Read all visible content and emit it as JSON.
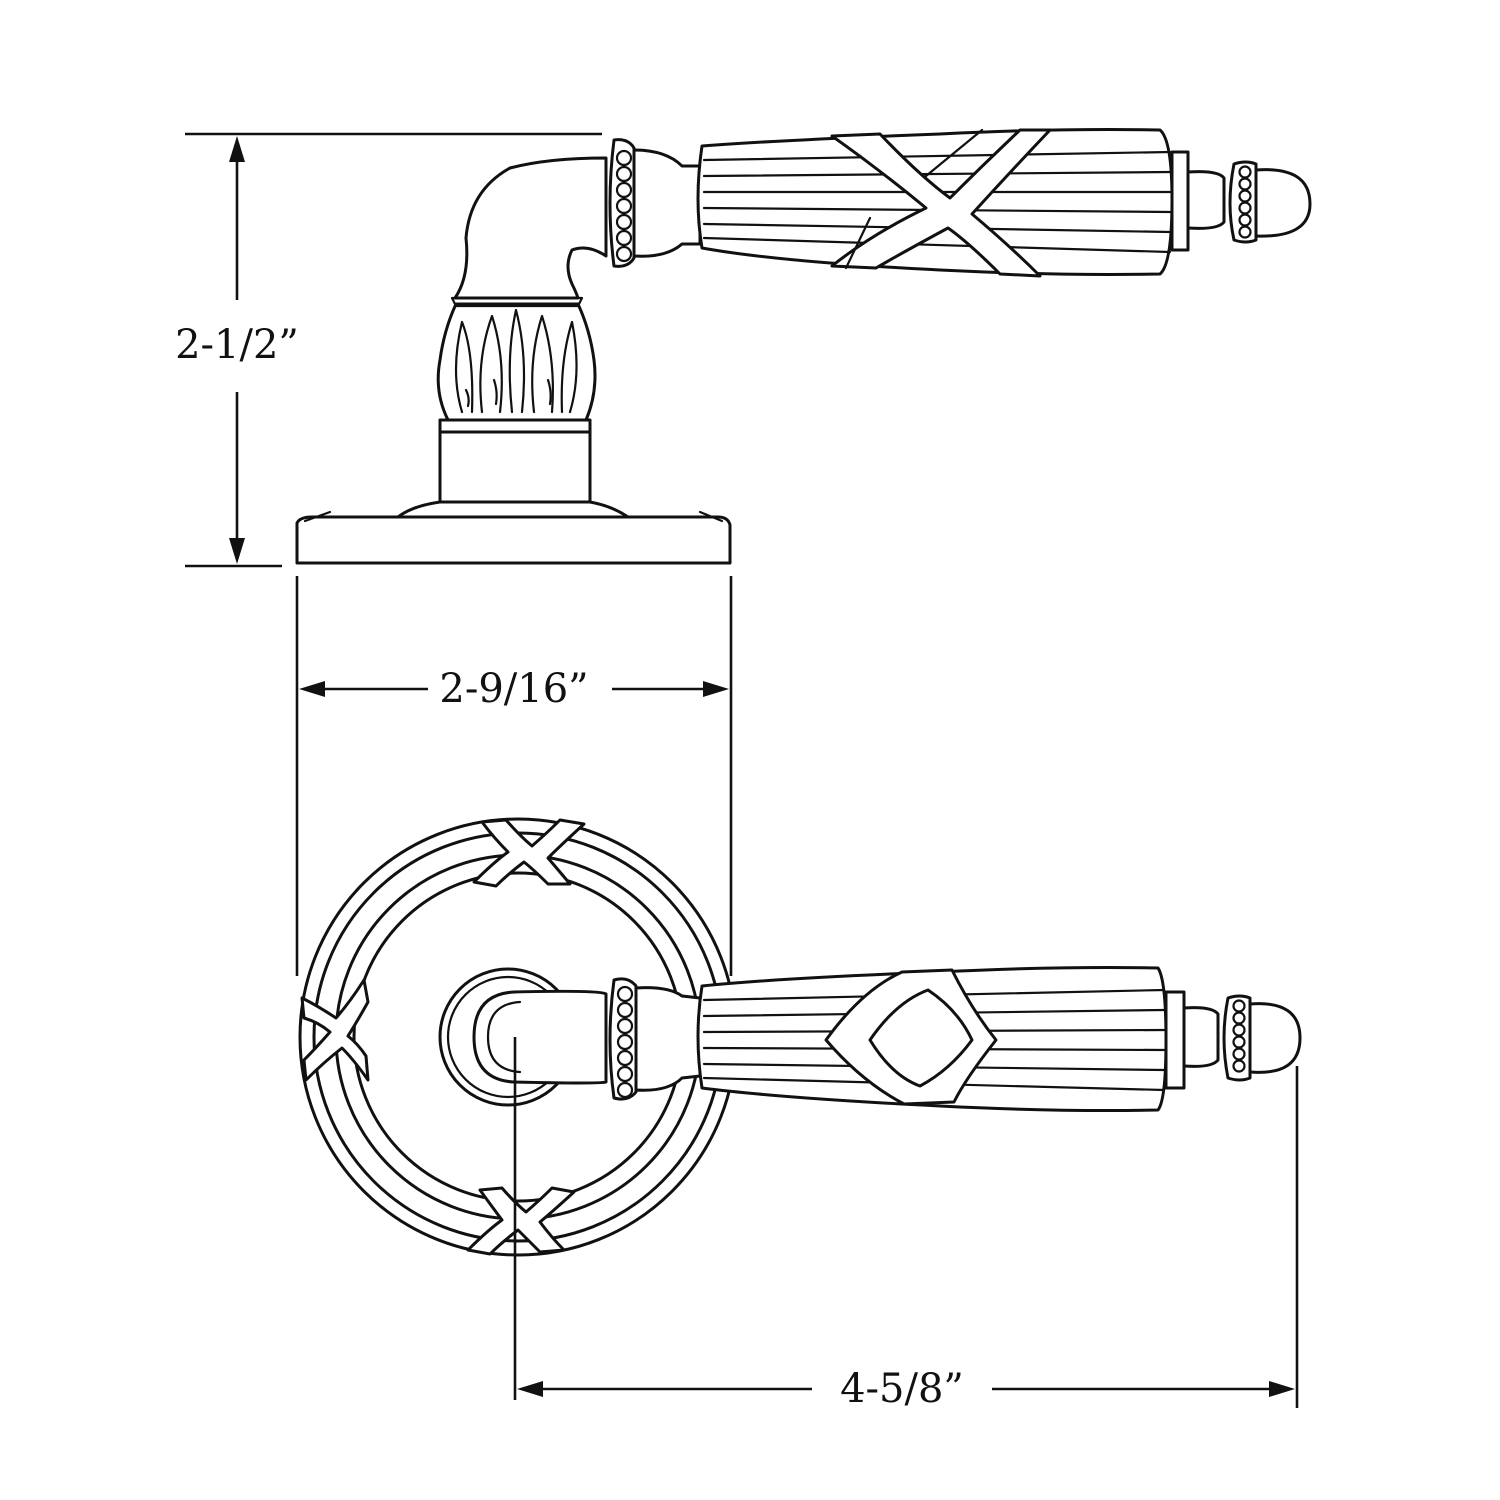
{
  "dimensions": {
    "height": "2-1/2”",
    "rose_diameter": "2-9/16”",
    "projection": "4-5/8”"
  }
}
